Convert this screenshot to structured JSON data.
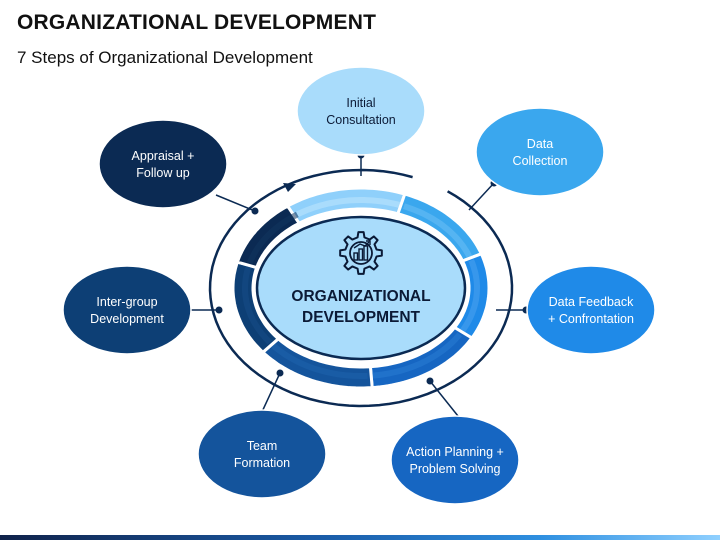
{
  "header": {
    "title": "ORGANIZATIONAL DEVELOPMENT",
    "subtitle": "7 Steps of Organizational Development"
  },
  "center": {
    "line1": "ORGANIZATIONAL",
    "line2": "DEVELOPMENT",
    "icon": "gear-with-bar-chart-icon"
  },
  "steps": [
    {
      "line1": "Initial",
      "line2": "Consultation",
      "color": "#a9dcfb",
      "text_color": "#0b1a36"
    },
    {
      "line1": "Data",
      "line2": "Collection",
      "color": "#3aa7ee",
      "text_color": "#ffffff"
    },
    {
      "line1": "Data Feedback",
      "line2": "+ Confrontation",
      "color": "#1f8ae8",
      "text_color": "#ffffff"
    },
    {
      "line1": "Action Planning +",
      "line2": "Problem Solving",
      "color": "#1666c2",
      "text_color": "#ffffff"
    },
    {
      "line1": "Team",
      "line2": "Formation",
      "color": "#14549c",
      "text_color": "#ffffff"
    },
    {
      "line1": "Inter-group",
      "line2": "Development",
      "color": "#0d3f75",
      "text_color": "#ffffff"
    },
    {
      "line1": "Appraisal +",
      "line2": "Follow up",
      "color": "#0b2a53",
      "text_color": "#ffffff"
    }
  ],
  "colors": {
    "outer_ring": "#0b2a53",
    "inner_disc": "#a9dcfb",
    "inner_disc_stroke": "#0b2a53",
    "connector": "#0b2a53"
  }
}
